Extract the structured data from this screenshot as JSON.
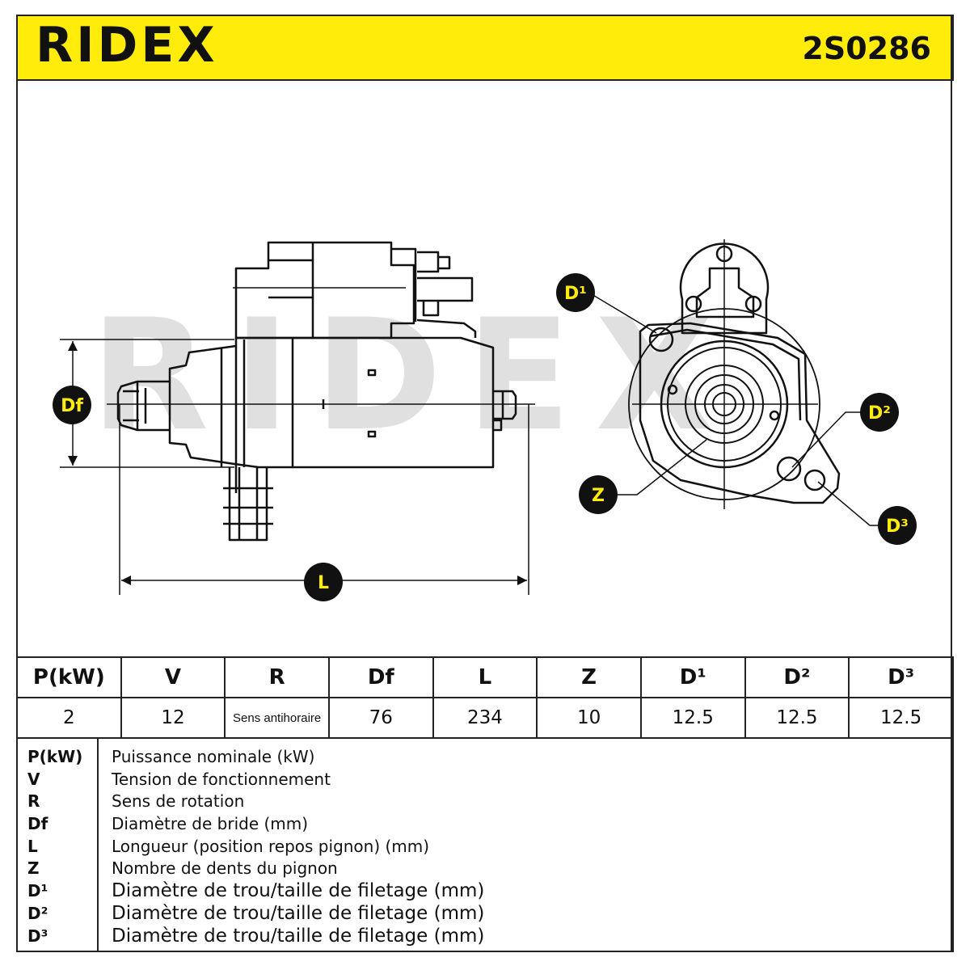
{
  "header": {
    "brand": "RIDEX",
    "part_number": "2S0286"
  },
  "drawing": {
    "watermark": "RIDEX",
    "labels": {
      "df": "Df",
      "l": "L",
      "z": "Z",
      "d1": "D¹",
      "d2": "D²",
      "d3": "D³"
    }
  },
  "specs": {
    "headers": [
      "P(kW)",
      "V",
      "R",
      "Df",
      "L",
      "Z",
      "D¹",
      "D²",
      "D³"
    ],
    "values": [
      "2",
      "12",
      "Sens antihoraire",
      "76",
      "234",
      "10",
      "12.5",
      "12.5",
      "12.5"
    ]
  },
  "legend": [
    {
      "key": "P(kW)",
      "text": "Puissance nominale (kW)"
    },
    {
      "key": "V",
      "text": "Tension de fonctionnement"
    },
    {
      "key": "R",
      "text": "Sens de rotation"
    },
    {
      "key": "Df",
      "text": "Diamètre de bride (mm)"
    },
    {
      "key": "L",
      "text": "Longueur (position repos pignon) (mm)"
    },
    {
      "key": "Z",
      "text": "Nombre de dents du pignon"
    },
    {
      "key": "D¹",
      "text": "Diamètre de trou/taille de filetage (mm)"
    },
    {
      "key": "D²",
      "text": "Diamètre de trou/taille de filetage (mm)"
    },
    {
      "key": "D³",
      "text": "Diamètre de trou/taille de filetage (mm)"
    }
  ],
  "colors": {
    "accent_yellow": "#ffec0a",
    "label_fill": "#111111",
    "label_text": "#ffec0a",
    "watermark": "#d9d9d9"
  }
}
